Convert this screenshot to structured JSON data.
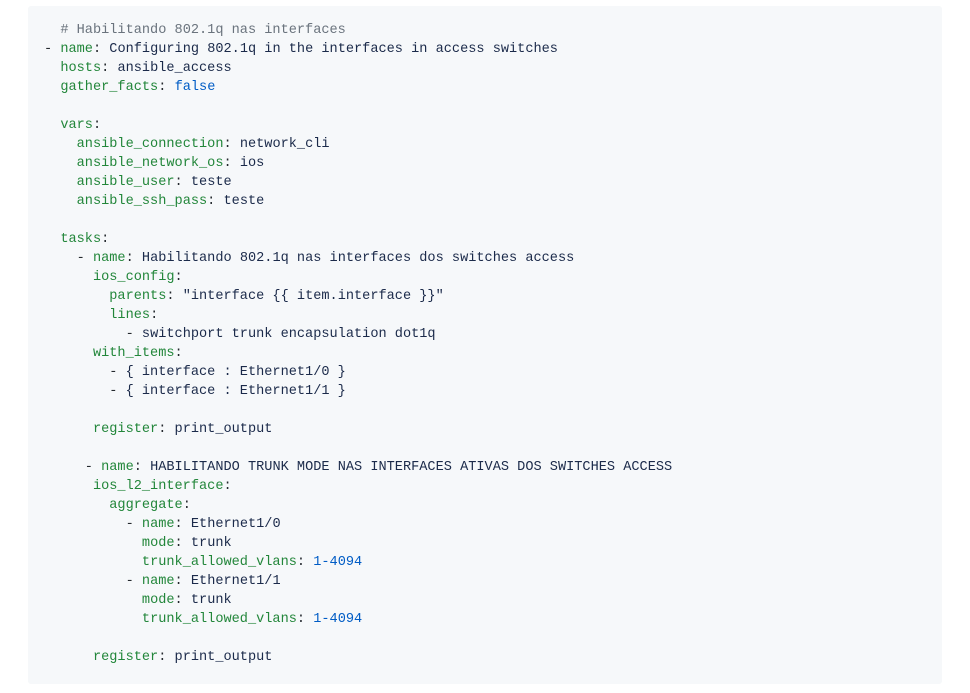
{
  "colors": {
    "background": "#f6f8fa",
    "key": "#22863a",
    "value": "#1b2a4a",
    "comment": "#6a737d",
    "literal": "#005cc5"
  },
  "code": {
    "language": "yaml",
    "lines": [
      [
        [
          "p",
          "  "
        ],
        [
          "c",
          "# Habilitando 802.1q nas interfaces"
        ]
      ],
      [
        [
          "p",
          "- "
        ],
        [
          "k",
          "name"
        ],
        [
          "p",
          ": "
        ],
        [
          "v",
          "Configuring 802.1q in the interfaces in access switches"
        ]
      ],
      [
        [
          "p",
          "  "
        ],
        [
          "k",
          "hosts"
        ],
        [
          "p",
          ": "
        ],
        [
          "v",
          "ansible_access"
        ]
      ],
      [
        [
          "p",
          "  "
        ],
        [
          "k",
          "gather_facts"
        ],
        [
          "p",
          ": "
        ],
        [
          "b",
          "false"
        ]
      ],
      [],
      [
        [
          "p",
          "  "
        ],
        [
          "k",
          "vars"
        ],
        [
          "p",
          ":"
        ]
      ],
      [
        [
          "p",
          "    "
        ],
        [
          "k",
          "ansible_connection"
        ],
        [
          "p",
          ": "
        ],
        [
          "v",
          "network_cli"
        ]
      ],
      [
        [
          "p",
          "    "
        ],
        [
          "k",
          "ansible_network_os"
        ],
        [
          "p",
          ": "
        ],
        [
          "v",
          "ios"
        ]
      ],
      [
        [
          "p",
          "    "
        ],
        [
          "k",
          "ansible_user"
        ],
        [
          "p",
          ": "
        ],
        [
          "v",
          "teste"
        ]
      ],
      [
        [
          "p",
          "    "
        ],
        [
          "k",
          "ansible_ssh_pass"
        ],
        [
          "p",
          ": "
        ],
        [
          "v",
          "teste"
        ]
      ],
      [],
      [
        [
          "p",
          "  "
        ],
        [
          "k",
          "tasks"
        ],
        [
          "p",
          ":"
        ]
      ],
      [
        [
          "p",
          "    - "
        ],
        [
          "k",
          "name"
        ],
        [
          "p",
          ": "
        ],
        [
          "v",
          "Habilitando 802.1q nas interfaces dos switches access"
        ]
      ],
      [
        [
          "p",
          "      "
        ],
        [
          "k",
          "ios_config"
        ],
        [
          "p",
          ":"
        ]
      ],
      [
        [
          "p",
          "        "
        ],
        [
          "k",
          "parents"
        ],
        [
          "p",
          ": "
        ],
        [
          "v",
          "\"interface {{ item.interface }}\""
        ]
      ],
      [
        [
          "p",
          "        "
        ],
        [
          "k",
          "lines"
        ],
        [
          "p",
          ":"
        ]
      ],
      [
        [
          "p",
          "          - "
        ],
        [
          "v",
          "switchport trunk encapsulation dot1q"
        ]
      ],
      [
        [
          "p",
          "      "
        ],
        [
          "k",
          "with_items"
        ],
        [
          "p",
          ":"
        ]
      ],
      [
        [
          "p",
          "        - "
        ],
        [
          "v",
          "{ interface : Ethernet1/0 }"
        ]
      ],
      [
        [
          "p",
          "        - "
        ],
        [
          "v",
          "{ interface : Ethernet1/1 }"
        ]
      ],
      [],
      [
        [
          "p",
          "      "
        ],
        [
          "k",
          "register"
        ],
        [
          "p",
          ": "
        ],
        [
          "v",
          "print_output"
        ]
      ],
      [],
      [
        [
          "p",
          "     - "
        ],
        [
          "k",
          "name"
        ],
        [
          "p",
          ": "
        ],
        [
          "v",
          "HABILITANDO TRUNK MODE NAS INTERFACES ATIVAS DOS SWITCHES ACCESS"
        ]
      ],
      [
        [
          "p",
          "      "
        ],
        [
          "k",
          "ios_l2_interface"
        ],
        [
          "p",
          ":"
        ]
      ],
      [
        [
          "p",
          "        "
        ],
        [
          "k",
          "aggregate"
        ],
        [
          "p",
          ":"
        ]
      ],
      [
        [
          "p",
          "          - "
        ],
        [
          "k",
          "name"
        ],
        [
          "p",
          ": "
        ],
        [
          "v",
          "Ethernet1/0"
        ]
      ],
      [
        [
          "p",
          "            "
        ],
        [
          "k",
          "mode"
        ],
        [
          "p",
          ": "
        ],
        [
          "v",
          "trunk"
        ]
      ],
      [
        [
          "p",
          "            "
        ],
        [
          "k",
          "trunk_allowed_vlans"
        ],
        [
          "p",
          ": "
        ],
        [
          "b",
          "1-4094"
        ]
      ],
      [
        [
          "p",
          "          - "
        ],
        [
          "k",
          "name"
        ],
        [
          "p",
          ": "
        ],
        [
          "v",
          "Ethernet1/1"
        ]
      ],
      [
        [
          "p",
          "            "
        ],
        [
          "k",
          "mode"
        ],
        [
          "p",
          ": "
        ],
        [
          "v",
          "trunk"
        ]
      ],
      [
        [
          "p",
          "            "
        ],
        [
          "k",
          "trunk_allowed_vlans"
        ],
        [
          "p",
          ": "
        ],
        [
          "b",
          "1-4094"
        ]
      ],
      [],
      [
        [
          "p",
          "      "
        ],
        [
          "k",
          "register"
        ],
        [
          "p",
          ": "
        ],
        [
          "v",
          "print_output"
        ]
      ]
    ]
  }
}
